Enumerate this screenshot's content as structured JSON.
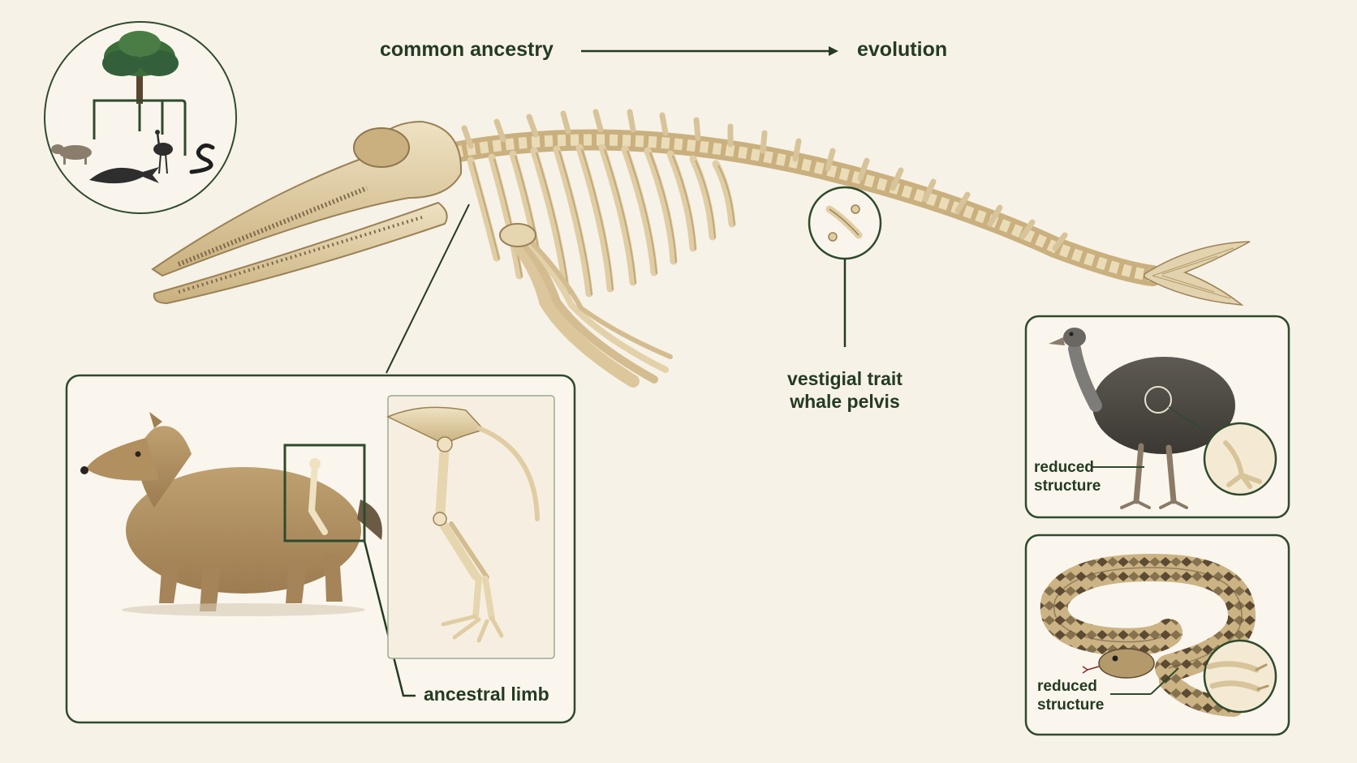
{
  "header": {
    "left_label": "common ancestry",
    "right_label": "evolution"
  },
  "callouts": {
    "pelvis_line1": "vestigial trait",
    "pelvis_line2": "whale pelvis",
    "ancestral": "ancestral limb",
    "ostrich_line1": "reduced",
    "ostrich_line2": "structure",
    "snake_line1": "reduced",
    "snake_line2": "structure"
  },
  "colors": {
    "background": "#f7f2e8",
    "ink": "#243b22",
    "bone": "#e5d4ae",
    "bone_shadow": "#b49a6a",
    "fur": "#b49466",
    "ostrich_body": "#4d4a44",
    "snake_base": "#c7ae7e",
    "snake_spots": "#5c4a33",
    "tree": "#3c6e3a"
  },
  "icons": {
    "tree": "phylogeny-tree-icon",
    "animals": [
      "mammal-icon",
      "whale-icon",
      "ostrich-icon",
      "snake-icon"
    ]
  }
}
